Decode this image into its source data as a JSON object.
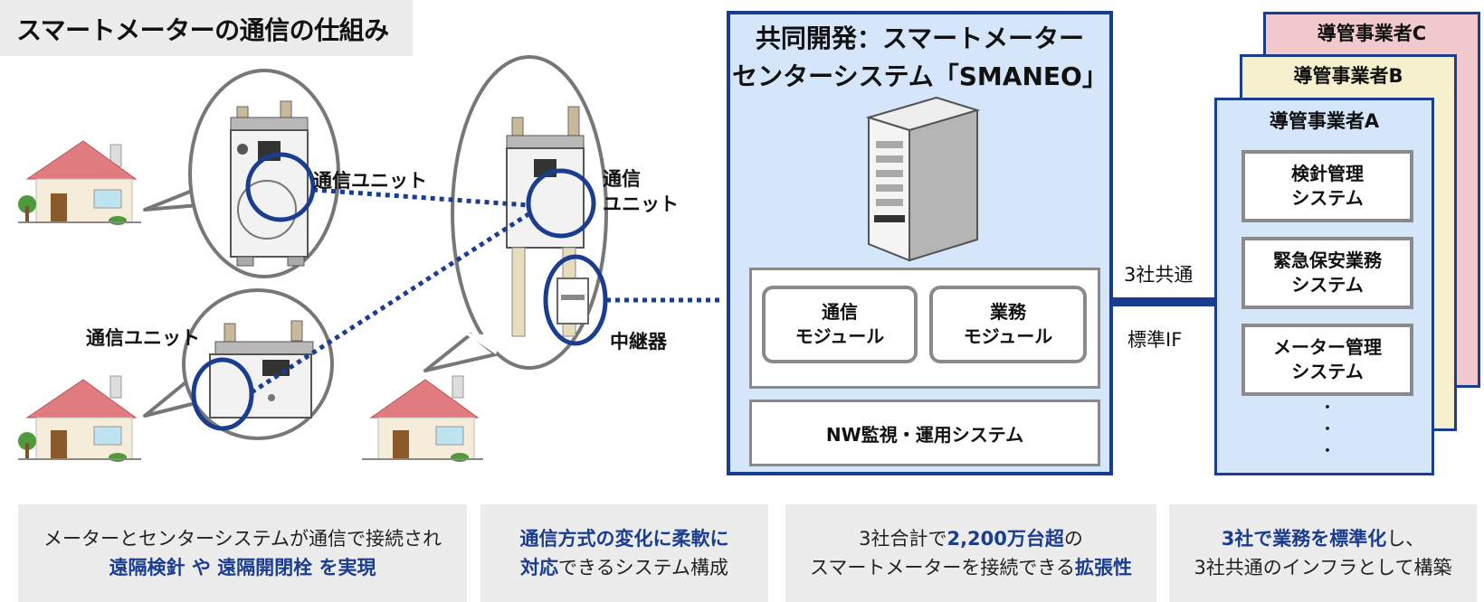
{
  "title": "スマートメーターの通信の仕組み",
  "left": {
    "comm_unit_top": "通信ユニット",
    "comm_unit_bottom": "通信ユニット",
    "comm_unit_mid_line1": "通信",
    "comm_unit_mid_line2": "ユニット",
    "relay": "中継器"
  },
  "center": {
    "title_line1": "共同開発：スマートメーター",
    "title_line2": "センターシステム「SMANEO」",
    "module1_line1": "通信",
    "module1_line2": "モジュール",
    "module2_line1": "業務",
    "module2_line2": "モジュール",
    "nw_system": "NW監視・運用システム"
  },
  "link": {
    "label_top": "3社共通",
    "label_bottom": "標準IF"
  },
  "companies": {
    "c": "導管事業者C",
    "b": "導管事業者B",
    "a": "導管事業者A",
    "systems": [
      {
        "line1": "検針管理",
        "line2": "システム"
      },
      {
        "line1": "緊急保安業務",
        "line2": "システム"
      },
      {
        "line1": "メーター管理",
        "line2": "システム"
      }
    ],
    "ellipsis": "・"
  },
  "bottom": [
    {
      "a": "メーターとセンターシステムが通信で接続され",
      "b": "遠隔検針 や 遠隔開閉栓 を実現"
    },
    {
      "a": "通信方式の変化に柔軟に",
      "b": "対応",
      "c": "できるシステム構成"
    },
    {
      "a": "3社合計で",
      "b": "2,200万台超",
      "c": "の",
      "d": "スマートメーターを接続できる",
      "e": "拡張性"
    },
    {
      "a": "3社で業務を標準化",
      "b": "し、",
      "c": "3社共通のインフラとして構築"
    }
  ],
  "colors": {
    "navy": "#1a3d8f",
    "center_fill": "#d6e6fa",
    "company_c": "#f2c9cc",
    "company_b": "#f7f0cf",
    "company_a": "#d6e6fa",
    "gray_panel": "#ececec"
  }
}
